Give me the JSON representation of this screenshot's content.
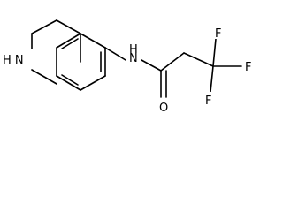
{
  "atoms": {
    "nh_ring": "H N",
    "n_amide": "N",
    "h_amide": "H",
    "o": "O",
    "f_right": "F",
    "f_top": "F",
    "f_bottom": "F"
  },
  "colors": {
    "bond": "#000000",
    "label": "#000000",
    "background": "#ffffff"
  }
}
